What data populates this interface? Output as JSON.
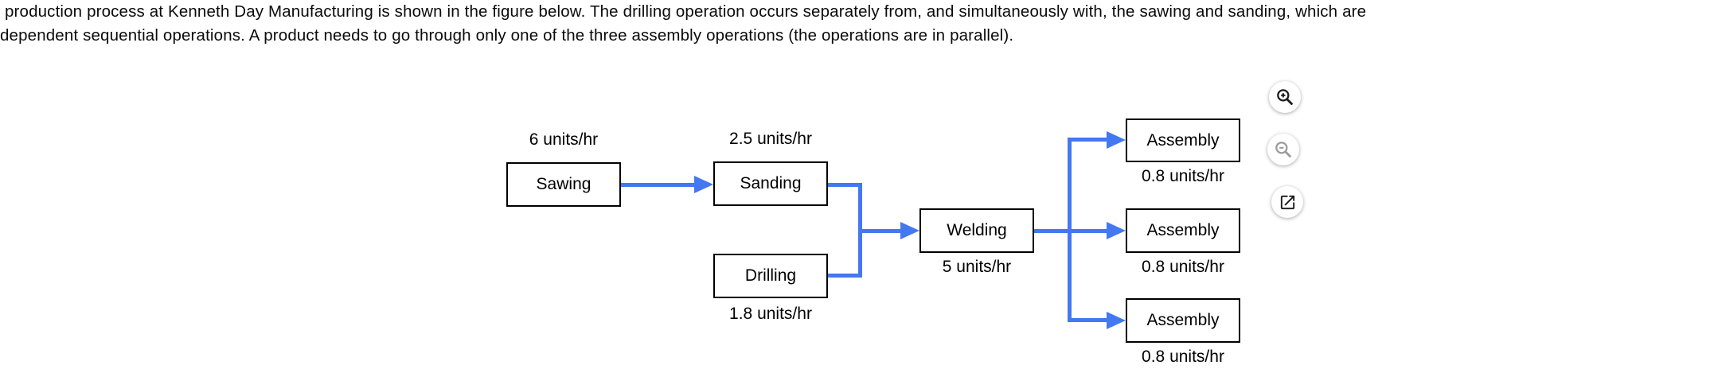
{
  "question": {
    "line1": "production process at Kenneth Day Manufacturing is shown in the figure below. The drilling operation occurs separately from, and simultaneously with, the sawing and sanding, which are",
    "line2": "dependent sequential operations. A product needs to go through only one of the three assembly operations (the operations are in parallel)."
  },
  "figure": {
    "type": "process-flow-diagram",
    "arrow_color": "#4478F2",
    "box_border_color": "#000000",
    "nodes": [
      {
        "id": "sawing",
        "label": "Sawing",
        "rate": "6 units/hr",
        "rate_position": "above"
      },
      {
        "id": "sanding",
        "label": "Sanding",
        "rate": "2.5 units/hr",
        "rate_position": "above"
      },
      {
        "id": "drilling",
        "label": "Drilling",
        "rate": "1.8 units/hr",
        "rate_position": "below"
      },
      {
        "id": "welding",
        "label": "Welding",
        "rate": "5 units/hr",
        "rate_position": "below"
      },
      {
        "id": "assembly-top",
        "label": "Assembly",
        "rate": "0.8 units/hr",
        "rate_position": "below"
      },
      {
        "id": "assembly-middle",
        "label": "Assembly",
        "rate": "0.8 units/hr",
        "rate_position": "below"
      },
      {
        "id": "assembly-bottom",
        "label": "Assembly",
        "rate": "0.8 units/hr",
        "rate_position": "below"
      }
    ],
    "edges": [
      "Sawing -> Sanding",
      "Sanding -> Welding",
      "Drilling -> Welding",
      "Welding -> Assembly (top)",
      "Welding -> Assembly (middle)",
      "Welding -> Assembly (bottom)"
    ]
  },
  "controls": [
    {
      "name": "zoom-in",
      "icon": "magnifier-plus"
    },
    {
      "name": "zoom-out",
      "icon": "magnifier-minus"
    },
    {
      "name": "open-in-new",
      "icon": "external-link"
    }
  ]
}
